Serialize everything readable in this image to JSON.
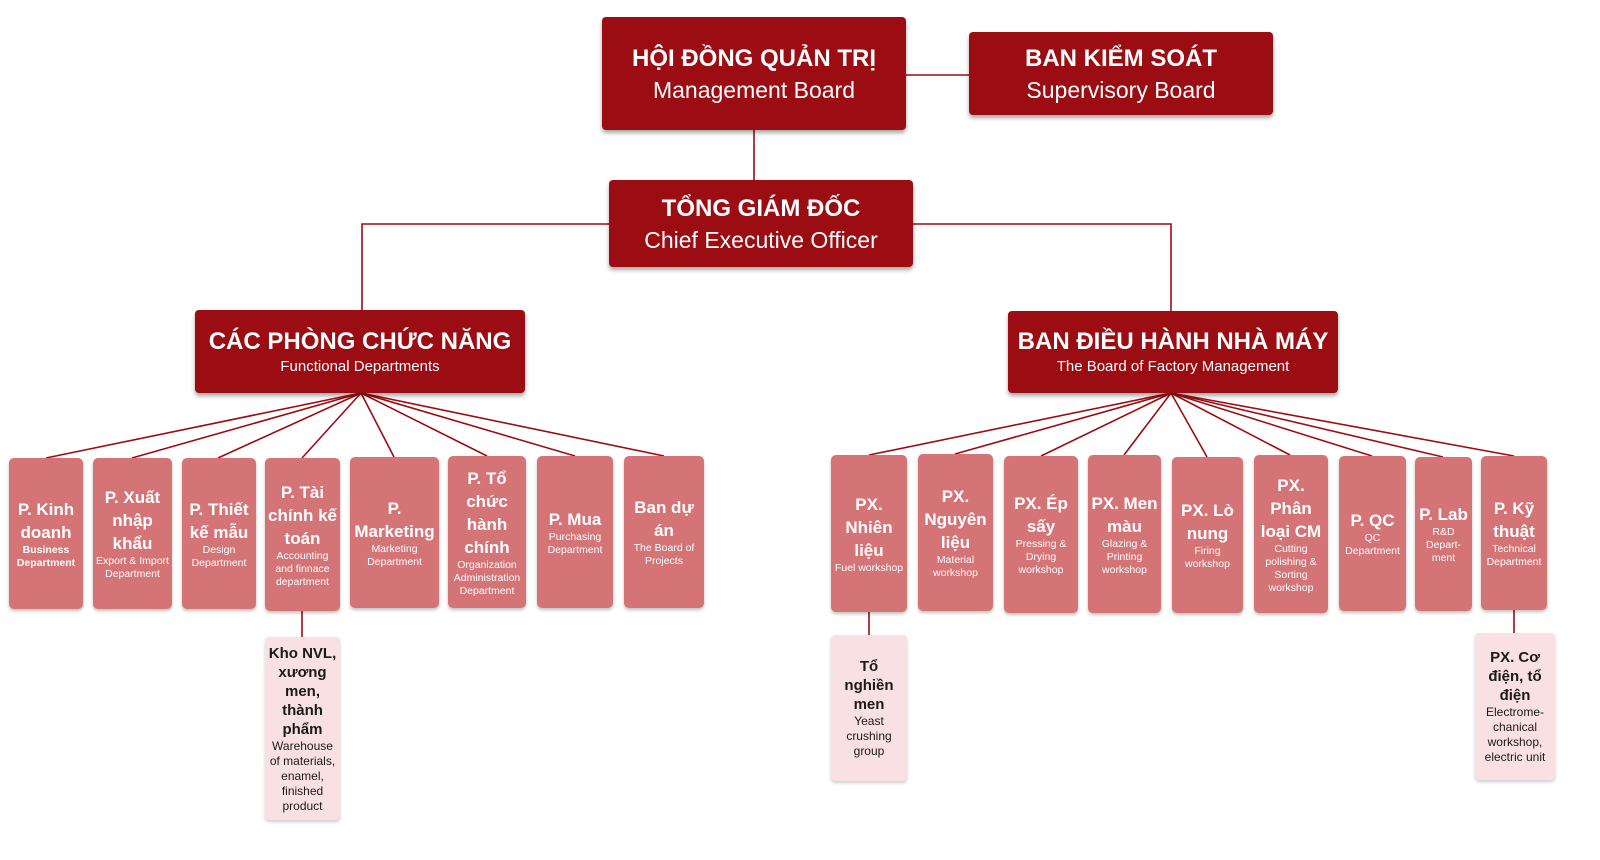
{
  "colors": {
    "primary": "#9b0d12",
    "department": "#d57476",
    "subunit": "#f9e0e2",
    "line": "#9b0d12"
  },
  "management_board": {
    "vi": "HỘI ĐỒNG QUẢN TRỊ",
    "en": "Management Board"
  },
  "supervisory_board": {
    "vi": "BAN KIỂM SOÁT",
    "en": "Supervisory Board"
  },
  "ceo": {
    "vi": "TỔNG GIÁM ĐỐC",
    "en": "Chief Executive Officer"
  },
  "functional": {
    "vi": "CÁC PHÒNG CHỨC NĂNG",
    "en": "Functional Departments",
    "departments": [
      {
        "vi": "P. Kinh doanh",
        "en": "Business Department"
      },
      {
        "vi": "P. Xuất nhập khẩu",
        "en": "Export & Import Department"
      },
      {
        "vi": "P. Thiết kế mẫu",
        "en": "Design Department"
      },
      {
        "vi": "P. Tài chính kế toán",
        "en": "Accounting and finnace department"
      },
      {
        "vi": "P. Marketing",
        "en": "Marketing Department"
      },
      {
        "vi": "P. Tổ chức hành chính",
        "en": "Organization Administration Department"
      },
      {
        "vi": "P. Mua",
        "en": "Purchasing Department"
      },
      {
        "vi": "Ban dự án",
        "en": "The Board of Projects"
      }
    ],
    "warehouse": {
      "vi": "Kho NVL, xương men, thành phẩm",
      "en": "Warehouse of materials, enamel, finished product"
    }
  },
  "factory": {
    "vi": "BAN ĐIỀU HÀNH NHÀ MÁY",
    "en": "The Board of Factory Management",
    "workshops": [
      {
        "vi": "PX. Nhiên liệu",
        "en": "Fuel workshop"
      },
      {
        "vi": "PX. Nguyên liệu",
        "en": "Material workshop"
      },
      {
        "vi": "PX. Ép sấy",
        "en": "Pressing & Drying workshop"
      },
      {
        "vi": "PX. Men màu",
        "en": "Glazing & Printing workshop"
      },
      {
        "vi": "PX. Lò nung",
        "en": "Firing workshop"
      },
      {
        "vi": "PX. Phân loại CM",
        "en": "Cutting polishing & Sorting workshop"
      },
      {
        "vi": "P. QC",
        "en": "QC Department"
      },
      {
        "vi": "P. Lab",
        "en": "R&D Depart-ment"
      },
      {
        "vi": "P. Kỹ thuật",
        "en": "Technical Department"
      }
    ],
    "yeast_group": {
      "vi": "Tổ nghiền men",
      "en": "Yeast crushing group"
    },
    "electro_workshop": {
      "vi": "PX. Cơ điện, tổ điện",
      "en": "Electrome-chanical workshop, electric unit"
    }
  }
}
